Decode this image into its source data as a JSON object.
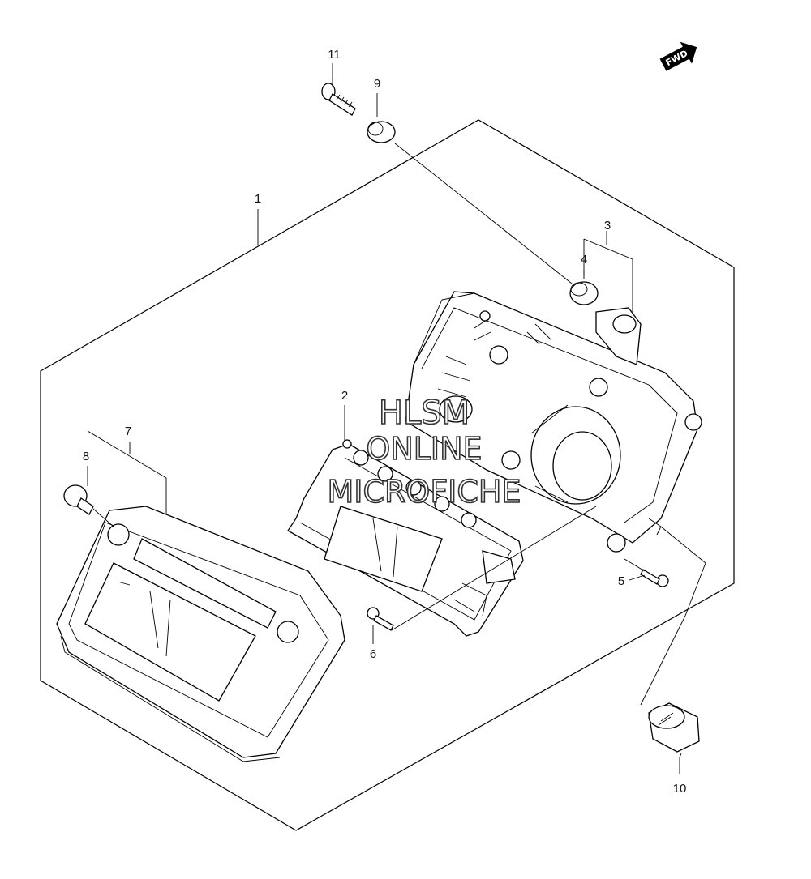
{
  "fwd_label": "FWD",
  "watermark": {
    "line1": "HLSM",
    "line2": "ONLINE",
    "line3": "MICROFICHE"
  },
  "callouts": [
    {
      "id": "c1",
      "label": "1"
    },
    {
      "id": "c2",
      "label": "2"
    },
    {
      "id": "c3",
      "label": "3"
    },
    {
      "id": "c4",
      "label": "4"
    },
    {
      "id": "c5",
      "label": "5"
    },
    {
      "id": "c6",
      "label": "6"
    },
    {
      "id": "c7",
      "label": "7"
    },
    {
      "id": "c8",
      "label": "8"
    },
    {
      "id": "c9",
      "label": "9"
    },
    {
      "id": "c10",
      "label": "10"
    },
    {
      "id": "c11",
      "label": "11"
    }
  ],
  "colors": {
    "line": "#000000",
    "background": "#ffffff",
    "watermark_outline": "#333333"
  }
}
